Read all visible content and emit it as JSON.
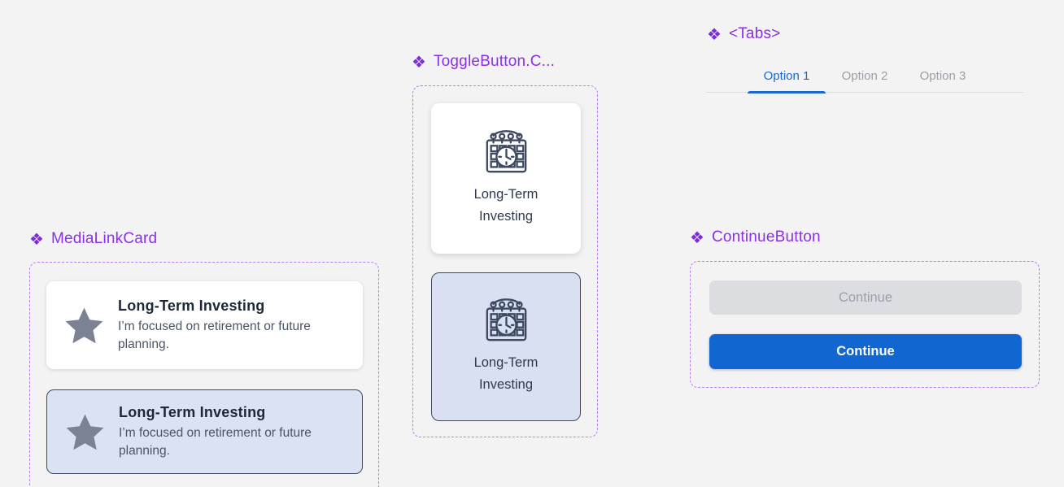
{
  "page": {
    "background_color": "#f3f3f4",
    "kind": "design-system component canvas"
  },
  "colors": {
    "component_label_purple": "#8b2fe8",
    "component_boundary_dashed_purple": "#b87cf3",
    "tab_active_blue": "#1967d2",
    "tab_inactive_gray": "#9aa0a6",
    "tab_divider_gray": "#dadce0",
    "primary_button_blue": "#1266d1",
    "disabled_button_gray": "#dcdde0",
    "selected_card_bg": "#dae1f1",
    "selected_card_border": "#3f4b5f",
    "card_title_navy": "#1d2838",
    "card_desc_gray": "#4a5565",
    "star_gray": "#7b8393",
    "icon_stroke": "#3d4961"
  },
  "sections": {
    "media_link_card": {
      "title": "MediaLinkCard",
      "icon": "component-diamond",
      "cards": [
        {
          "title": "Long-Term Investing",
          "description": "I’m focused on retirement or future planning.",
          "state": "default",
          "icon": "star"
        },
        {
          "title": "Long-Term Investing",
          "description": "I’m focused on retirement or future planning.",
          "state": "selected",
          "icon": "star"
        }
      ]
    },
    "toggle_button": {
      "title": "ToggleButton.C...",
      "icon": "component-diamond",
      "buttons": [
        {
          "label_line1": "Long-Term",
          "label_line2": "Investing",
          "state": "default",
          "icon": "calendar-clock"
        },
        {
          "label_line1": "Long-Term",
          "label_line2": "Investing",
          "state": "selected",
          "icon": "calendar-clock"
        }
      ]
    },
    "tabs": {
      "title": "<Tabs>",
      "icon": "component-diamond",
      "items": [
        {
          "label": "Option 1",
          "active": true
        },
        {
          "label": "Option 2",
          "active": false
        },
        {
          "label": "Option 3",
          "active": false
        }
      ]
    },
    "continue_button": {
      "title": "ContinueButton",
      "icon": "component-diamond",
      "buttons": [
        {
          "label": "Continue",
          "state": "disabled"
        },
        {
          "label": "Continue",
          "state": "enabled"
        }
      ]
    }
  }
}
